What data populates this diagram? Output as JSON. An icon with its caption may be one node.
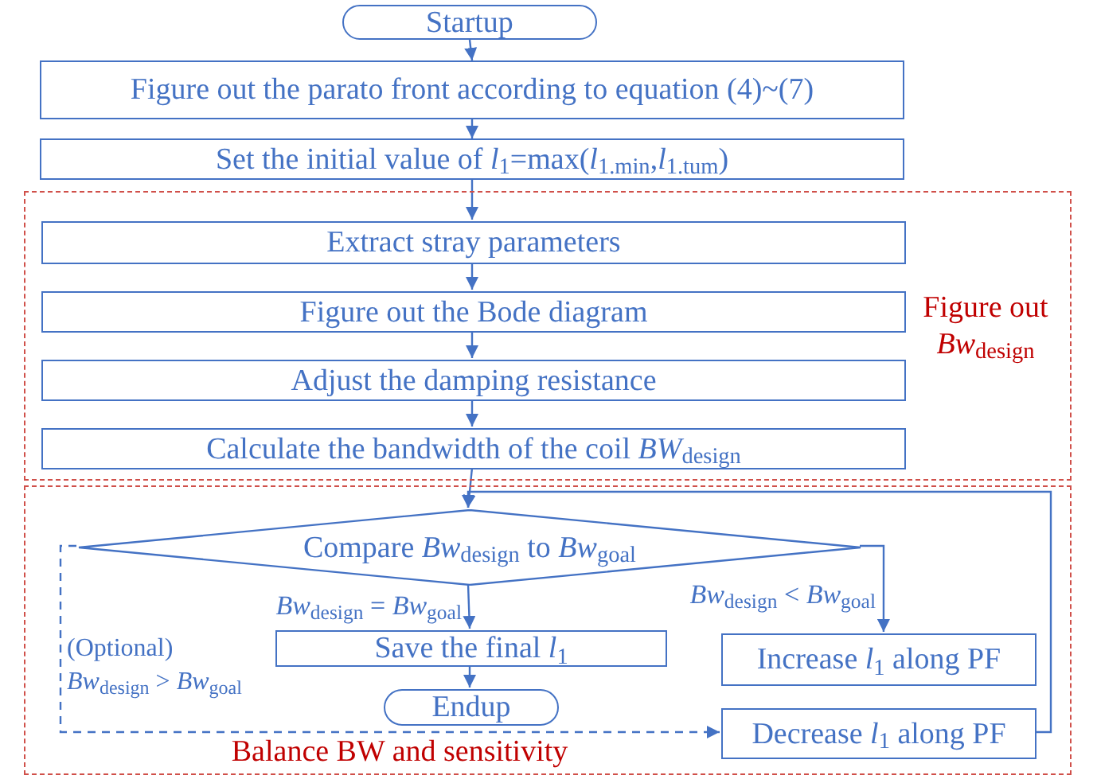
{
  "diagram": {
    "nodes": [
      {
        "text": [
          "Startup"
        ]
      },
      {
        "text": [
          "Figure out the parato front according to equation (4)~(7)"
        ]
      },
      {
        "text": [
          "Set the initial value of *l*$_{1}$=max(*l*$_{1.min}$,*l*$_{1.tum}$)"
        ]
      },
      {
        "text": [
          "Figure out *Bw*$_{design}$"
        ]
      },
      {
        "text": [
          "Extract stray parameters"
        ],
        "in": 3
      },
      {
        "text": [
          "Figure out the Bode diagram"
        ],
        "in": 3
      },
      {
        "text": [
          "Adjust the damping resistance"
        ],
        "in": 3
      },
      {
        "text": [
          "Calculate the bandwidth of the coil *BW*$_{design}$"
        ],
        "in": 3
      },
      {
        "text": [
          "Balance BW and sensitivity"
        ]
      },
      {
        "text": [
          "Compare *Bw*$_{design}$ to *Bw*$_{goal}$"
        ],
        "in": 8
      },
      {
        "text": [
          "Save the final *l*$_{1}$"
        ],
        "in": 8
      },
      {
        "text": [
          "Endup"
        ],
        "in": 8
      },
      {
        "text": [
          "Increase *l*$_{1}$ along PF"
        ],
        "in": 8
      },
      {
        "text": [
          "Decrease *l*$_{1}$ along PF"
        ],
        "in": 8
      }
    ],
    "edges": [
      {
        "from": 0,
        "to": 1,
        "arrow": "to"
      },
      {
        "from": 1,
        "to": 2,
        "arrow": "to"
      },
      {
        "from": 2,
        "to": 4,
        "arrow": "to"
      },
      {
        "from": 4,
        "to": 5,
        "arrow": "to"
      },
      {
        "from": 5,
        "to": 6,
        "arrow": "to"
      },
      {
        "from": 6,
        "to": 7,
        "arrow": "to"
      },
      {
        "from": 7,
        "to": 9,
        "arrow": "to"
      },
      {
        "from": 9,
        "to": 10,
        "arrow": "to",
        "label": "*Bw*$_{design}$ = *Bw*$_{goal}$"
      },
      {
        "from": 10,
        "to": 11,
        "arrow": "to"
      },
      {
        "from": 9,
        "to": 12,
        "arrow": "to",
        "label": "*Bw*$_{design}$ < *Bw*$_{goal}$"
      },
      {
        "from": 9,
        "to": 13,
        "arrow": "to",
        "style": "dashed",
        "label": "(Optional) *Bw*$_{design}$ > *Bw*$_{goal}$"
      },
      {
        "from": 13,
        "to": 9,
        "arrow": "to"
      }
    ]
  }
}
